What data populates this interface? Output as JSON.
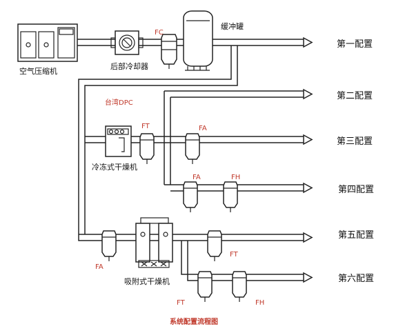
{
  "diagram": {
    "title": "系统配置流程图",
    "components": {
      "air_compressor": "空气压缩机",
      "aftercooler": "后部冷却器",
      "buffer_tank": "缓冲罐",
      "refrigerated_dryer": "冷冻式干燥机",
      "adsorption_dryer": "吸附式干燥机",
      "dryer_brand": "台湾DPC"
    },
    "filter_tags": {
      "fc": "FC",
      "ft_refrig": "FT",
      "fa_config3": "FA",
      "fa_config4": "FA",
      "fh_config4": "FH",
      "fa_adsorb": "FA",
      "ft_config5": "FT",
      "ft_config6": "FT",
      "fh_config6": "FH"
    },
    "outputs": [
      "第一配置",
      "第二配置",
      "第三配置",
      "第四配置",
      "第五配置",
      "第六配置"
    ]
  }
}
